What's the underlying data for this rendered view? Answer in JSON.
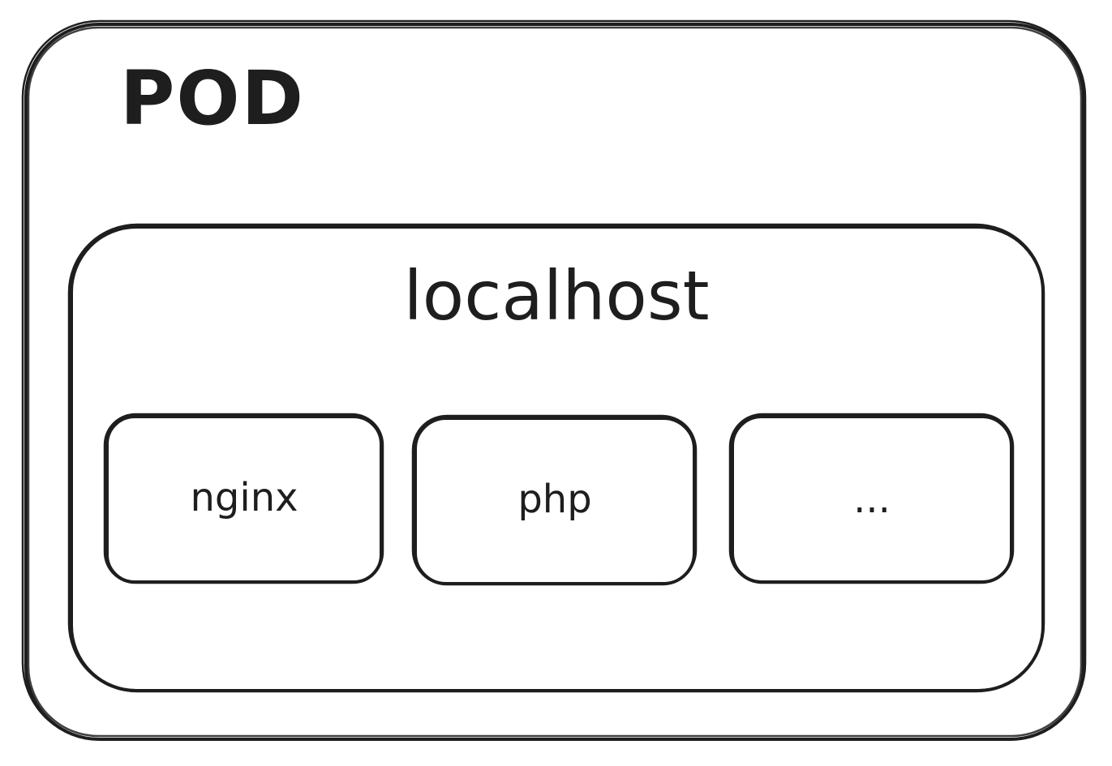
{
  "pod": {
    "title": "POD"
  },
  "network": {
    "title": "localhost",
    "fill": "#e9ecef"
  },
  "containers": [
    {
      "label": "nginx",
      "fill": "#b2f2bb"
    },
    {
      "label": "php",
      "fill": "#a5d8ff"
    },
    {
      "label": "...",
      "fill": "#e9ecef"
    }
  ],
  "colors": {
    "stroke": "#1e1e1e",
    "background": "#ffffff"
  }
}
